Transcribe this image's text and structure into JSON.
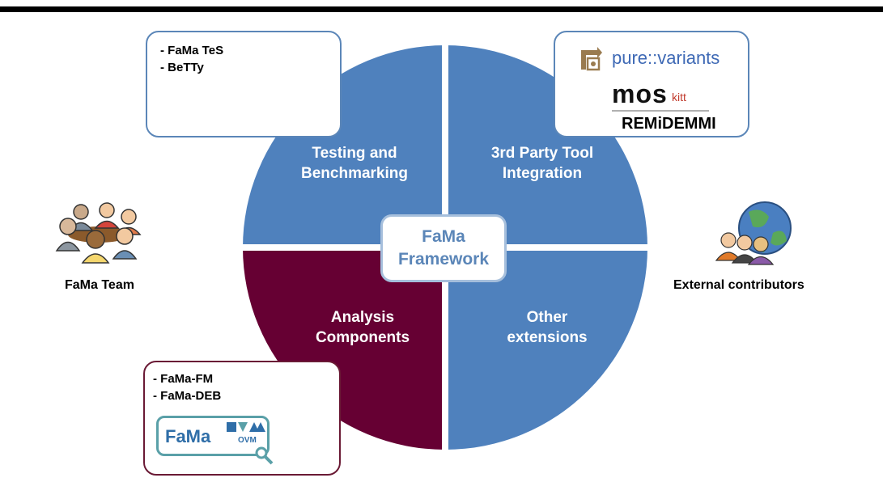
{
  "center": {
    "line1": "FaMa",
    "line2": "Framework"
  },
  "sectors": {
    "top_left": {
      "line1": "Testing and",
      "line2": "Benchmarking",
      "color": "#4f81bd"
    },
    "top_right": {
      "line1": "3rd Party Tool",
      "line2": "Integration",
      "color": "#4f81bd"
    },
    "bottom_left": {
      "line1": "Analysis",
      "line2": "Components",
      "color": "#660033"
    },
    "bottom_right": {
      "line1": "Other",
      "line2": "extensions",
      "color": "#4f81bd"
    }
  },
  "callouts": {
    "testing_tools": [
      "- FaMa TeS",
      "- BeTTy"
    ],
    "analysis_tools": [
      "- FaMa-FM",
      "- FaMa-DEB"
    ],
    "third_party_logos": {
      "pure_variants": "pure::variants",
      "moskitt_main": "mos",
      "moskitt_suffix": "kitt",
      "remidemmi": "REMiDEMMI"
    },
    "fama_ovm_logo": {
      "main": "FaMa",
      "sub": "OVM"
    }
  },
  "people": {
    "team_label": "FaMa Team",
    "contributors_label": "External contributors"
  }
}
